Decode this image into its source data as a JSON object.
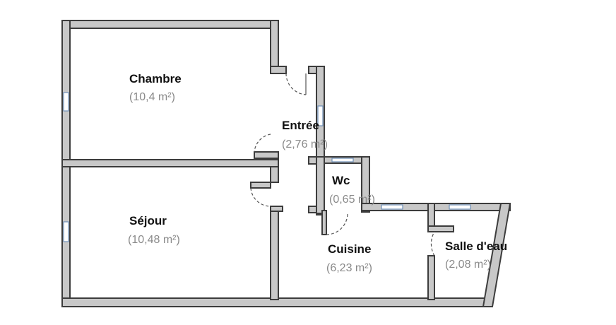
{
  "floor_plan": {
    "rooms": [
      {
        "id": "chambre",
        "name": "Chambre",
        "area": "(10,4 m²)"
      },
      {
        "id": "entree",
        "name": "Entrée",
        "area": "(2,76 m²)"
      },
      {
        "id": "wc",
        "name": "Wc",
        "area": "(0,65 m²)"
      },
      {
        "id": "sejour",
        "name": "Séjour",
        "area": "(10,48 m²)"
      },
      {
        "id": "cuisine",
        "name": "Cuisine",
        "area": "(6,23 m²)"
      },
      {
        "id": "salle-deau",
        "name": "Salle d'eau",
        "area": "(2,08 m²)"
      }
    ],
    "colors": {
      "wall_fill": "#c8c8c8",
      "wall_stroke": "#3c3c3c",
      "window": "#6f8fb8",
      "room_name": "#111111",
      "room_area": "#8a8a8a"
    }
  }
}
